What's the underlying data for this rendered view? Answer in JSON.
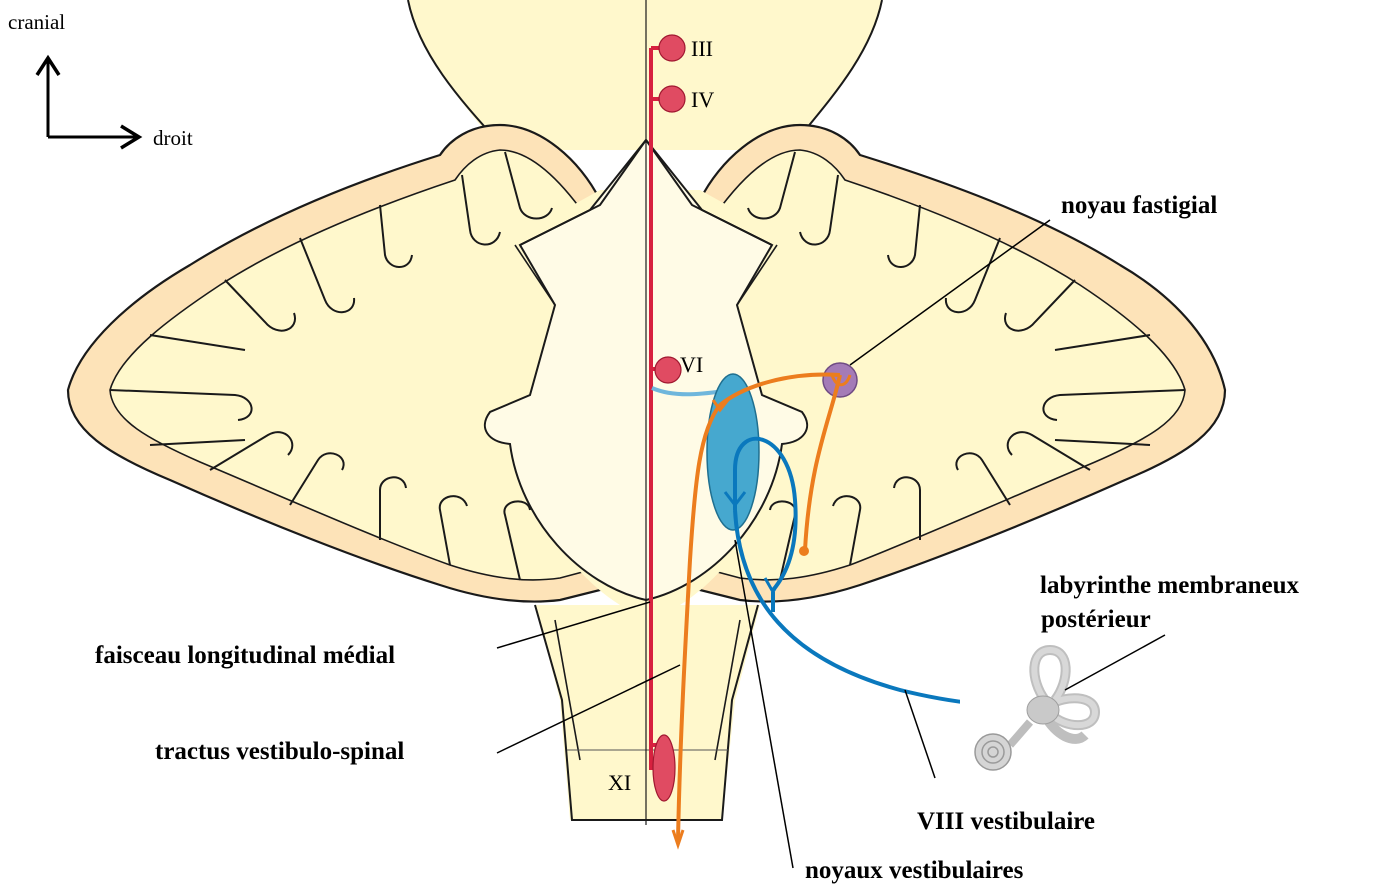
{
  "orientation": {
    "cranial": "cranial",
    "droit": "droit"
  },
  "nuclei": {
    "III": "III",
    "IV": "IV",
    "VI": "VI",
    "XI": "XI"
  },
  "labels": {
    "noyau_fastigial": "noyau fastigial",
    "labyrinthe_line1": "labyrinthe membraneux",
    "labyrinthe_line2": "postérieur",
    "faisceau": "faisceau longitudinal médial",
    "tractus": "tractus vestibulo-spinal",
    "viii": "VIII vestibulaire",
    "noyaux": "noyaux vestibulaires"
  },
  "colors": {
    "tissue": "#fff8cc",
    "cortex": "#fde3b8",
    "mlf_red": "#d7213f",
    "nucleus_red": "#e04b62",
    "vestibular_blue": "#0a78bd",
    "vestibular_nucleus": "#46a8cf",
    "light_blue": "#6fb6dc",
    "orange": "#ec7d1e",
    "fastigial": "#a47bb7",
    "outline": "#1a1a1a"
  }
}
